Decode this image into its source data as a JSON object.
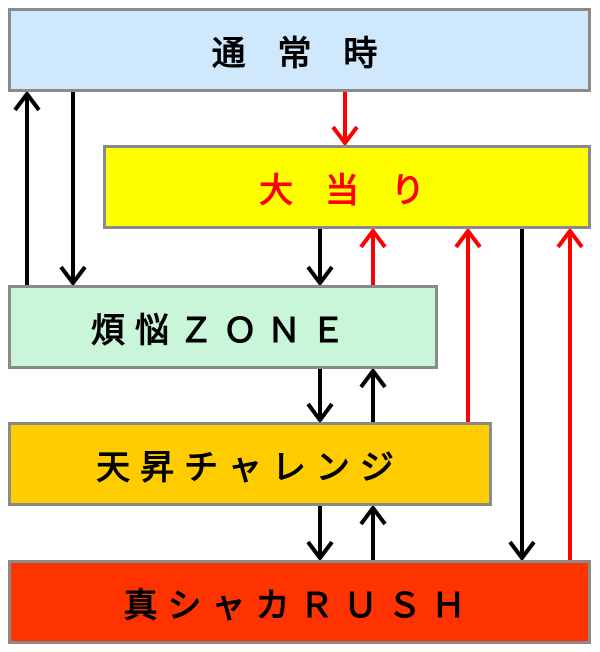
{
  "colors": {
    "normal": "#cfe8fb",
    "bonus": "#ffff00",
    "zone": "#c9f5d9",
    "challenge": "#ffcc00",
    "rush": "#ff3300",
    "border": "#8a8a8a",
    "arrow_black": "#000000",
    "arrow_red": "#ff0000",
    "bonus_text": "#ff0000"
  },
  "states": {
    "normal": "通 常 時",
    "bonus": "大 当 り",
    "zone": "煩悩ＺＯＮＥ",
    "challenge": "天昇チャレンジ",
    "rush": "真シャカＲＵＳＨ"
  },
  "arrows": [
    {
      "from": "zone",
      "to": "normal",
      "color": "black"
    },
    {
      "from": "normal",
      "to": "zone",
      "color": "black"
    },
    {
      "from": "normal",
      "to": "bonus",
      "color": "red"
    },
    {
      "from": "bonus",
      "to": "zone",
      "color": "black"
    },
    {
      "from": "zone",
      "to": "bonus",
      "color": "red"
    },
    {
      "from": "challenge",
      "to": "bonus",
      "color": "red"
    },
    {
      "from": "bonus",
      "to": "rush",
      "color": "black"
    },
    {
      "from": "rush",
      "to": "bonus",
      "color": "red"
    },
    {
      "from": "zone",
      "to": "challenge",
      "color": "black"
    },
    {
      "from": "challenge",
      "to": "zone",
      "color": "black"
    },
    {
      "from": "challenge",
      "to": "rush",
      "color": "black"
    },
    {
      "from": "rush",
      "to": "challenge",
      "color": "black"
    }
  ]
}
